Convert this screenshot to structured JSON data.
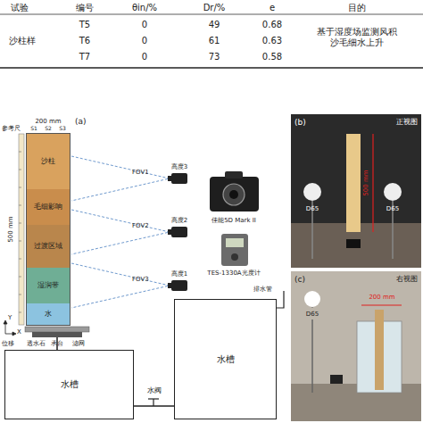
{
  "diagram": {
    "nodes": [
      {
        "text": [
          "沙柱"
        ]
      },
      {
        "text": [
          "毛细影响"
        ]
      },
      {
        "text": [
          "过渡区域"
        ]
      },
      {
        "text": [
          "湿润带"
        ]
      },
      {
        "text": [
          "水"
        ]
      },
      {
        "text": [
          "水槽"
        ]
      },
      {
        "text": [
          "水槽"
        ]
      }
    ],
    "edges": [
      {
        "from": 5,
        "to": 6,
        "label": "水阀",
        "arrow": "none"
      }
    ],
    "labels": [
      "试验",
      "编号",
      "θin/%",
      "Dr/%",
      "e",
      "目的",
      "沙柱样",
      "T5",
      "0",
      "49",
      "0.68",
      "T6",
      "0",
      "61",
      "0.63",
      "T7",
      "0",
      "73",
      "0.58",
      "基于湿度场监测风积沙毛细水上升",
      "(a)",
      "200 mm",
      "S1",
      "S2",
      "S3",
      "参考尺",
      "500 mm",
      "Y",
      "X",
      "位移",
      "透水石",
      "承台",
      "滤网",
      "FOV1",
      "FOV2",
      "FOV3",
      "高度3",
      "高度2",
      "高度1",
      "佳能5D Mark II",
      "TES-1330A光度计",
      "排水管",
      "(b)",
      "正视图",
      "D65",
      "D65",
      "500 mm",
      "(c)",
      "右视图",
      "D65",
      "200 mm"
    ]
  }
}
